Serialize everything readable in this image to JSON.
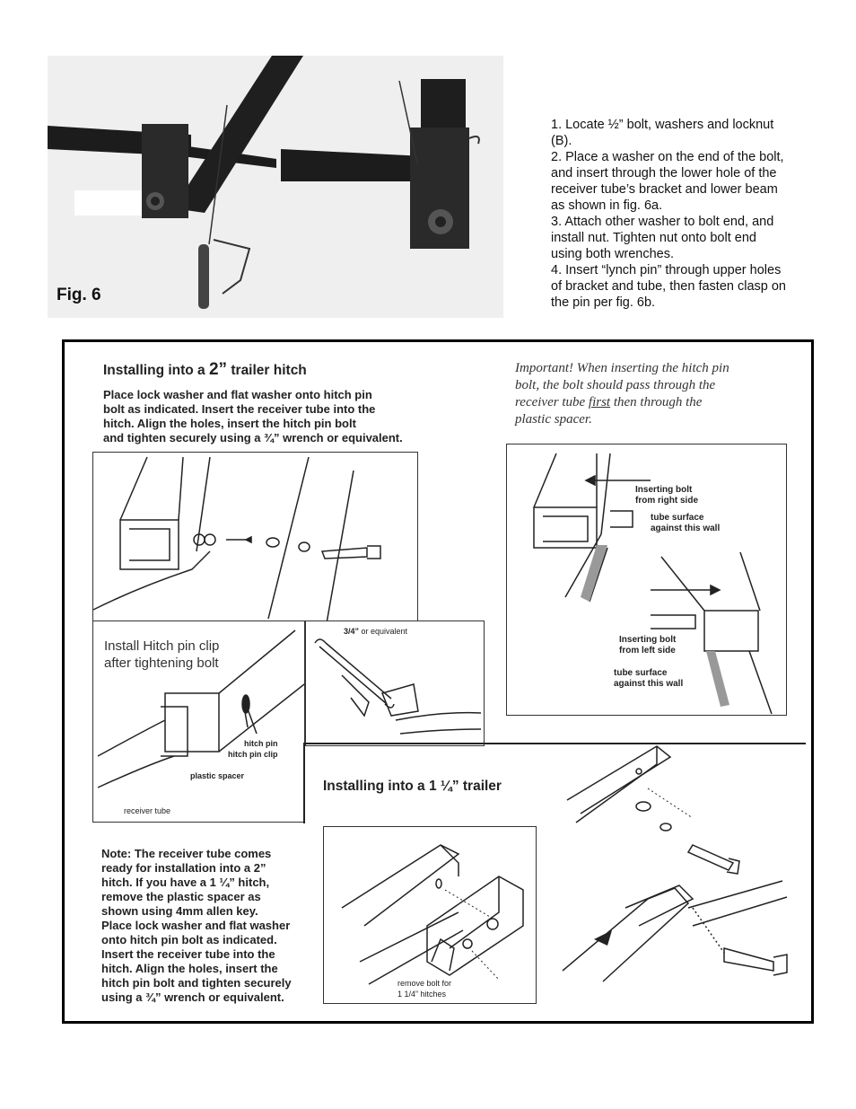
{
  "figure": {
    "label": "Fig. 6"
  },
  "steps": [
    "1. Locate ½” bolt, washers and locknut (B).",
    "2. Place a washer on the end of the bolt, and insert through the lower hole of the receiver tube’s bracket and lower beam as shown in fig. 6a.",
    "3. Attach other washer to bolt end, and install nut.  Tighten nut onto bolt end using both wrenches.",
    "4. Insert “lynch pin” through upper holes of bracket and tube, then fasten clasp on the pin per fig. 6b."
  ],
  "panel": {
    "title_2in_prefix": "Installing into a ",
    "title_2in_size": "2”",
    "title_2in_suffix": " trailer hitch",
    "instructions_2in": [
      "Place lock washer and flat washer onto hitch pin",
      "bolt as indicated.  Insert the receiver tube into the",
      "hitch. Align the holes, insert the hitch pin bolt",
      "and tighten securely using a ¾” wrench or equivalent."
    ],
    "important": [
      "Important! When inserting the hitch pin",
      "bolt, the bolt should pass through the",
      "receiver tube first then through the",
      "plastic spacer."
    ],
    "important_first": "first",
    "callouts": {
      "inserting_right_1": "Inserting bolt",
      "inserting_right_2": "from right side",
      "tube_surface_1a": "tube surface",
      "tube_surface_1b": "against this wall",
      "inserting_left_1": "Inserting bolt",
      "inserting_left_2": "from left side",
      "tube_surface_2a": "tube surface",
      "tube_surface_2b": "against this wall",
      "clip_title_1": "Install Hitch pin clip",
      "clip_title_2": "after tightening bolt",
      "hitch_pin": "hitch pin",
      "hitch_pin_clip": "hitch pin clip",
      "plastic_spacer": "plastic spacer",
      "receiver_tube": "receiver tube",
      "wrench_size": "3/4”",
      "wrench_equiv": " or equivalent",
      "remove_bolt_1": "remove bolt for",
      "remove_bolt_2": "1 1/4” hitches"
    },
    "title_114": "Installing into a 1 ¼” trailer",
    "note_114": [
      "Note:  The receiver tube comes",
      "ready for installation into a 2”",
      "hitch.  If you have a 1 ¼” hitch,",
      "remove the plastic spacer as",
      "shown using 4mm allen key.",
      "Place lock washer and flat washer",
      "onto hitch pin bolt as indicated.",
      "Insert the receiver tube into the",
      "hitch. Align the holes, insert the",
      "hitch pin bolt and tighten securely",
      "using a ¾” wrench or equivalent."
    ]
  },
  "colors": {
    "frame_dark": "#1c1c1c",
    "photo_bg": "#efefef",
    "line": "#222222"
  }
}
